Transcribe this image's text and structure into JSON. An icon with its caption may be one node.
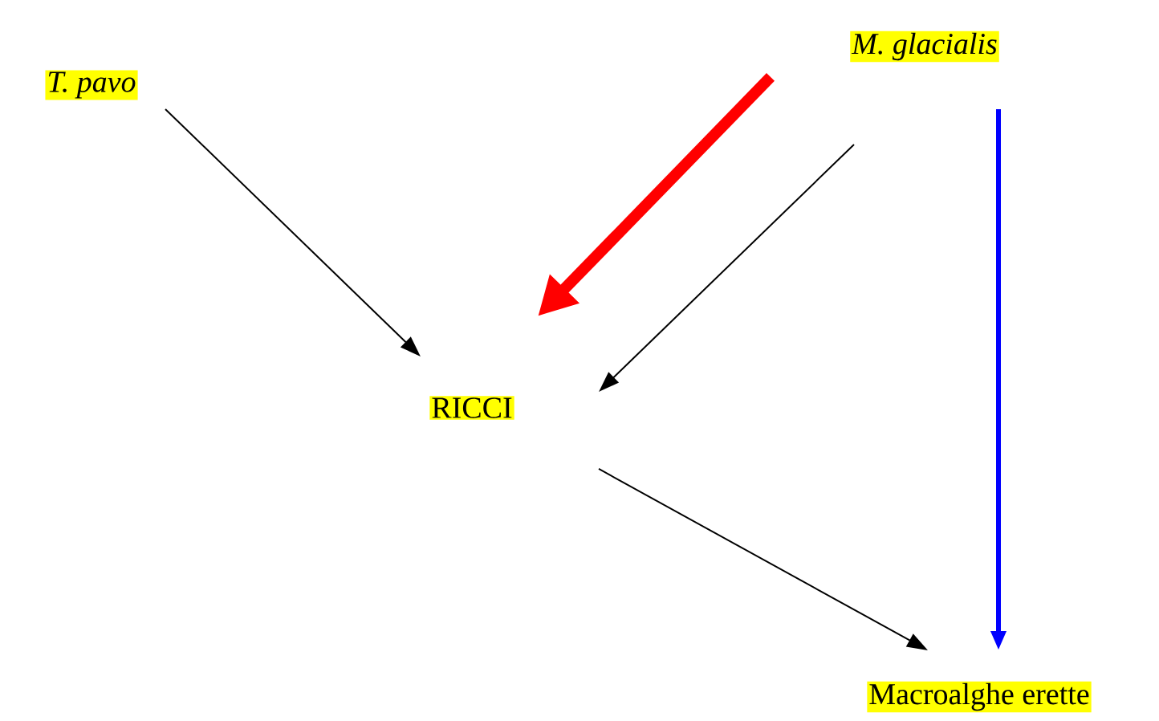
{
  "diagram": {
    "nodes": [
      {
        "text": [
          "T. pavo"
        ]
      },
      {
        "text": [
          "M. glacialis"
        ]
      },
      {
        "text": [
          "RICCI"
        ]
      },
      {
        "text": [
          "Macroalghe erette"
        ]
      }
    ],
    "edges": [
      {
        "from": 0,
        "to": 2,
        "arrow": "to"
      },
      {
        "from": 1,
        "to": 2,
        "arrow": "to",
        "style": "thick",
        "color": "#ff0000"
      },
      {
        "from": 1,
        "to": 2,
        "arrow": "to"
      },
      {
        "from": 2,
        "to": 3,
        "arrow": "to"
      },
      {
        "from": 1,
        "to": 3,
        "arrow": "to",
        "style": "thick",
        "color": "#0000ff"
      }
    ]
  }
}
